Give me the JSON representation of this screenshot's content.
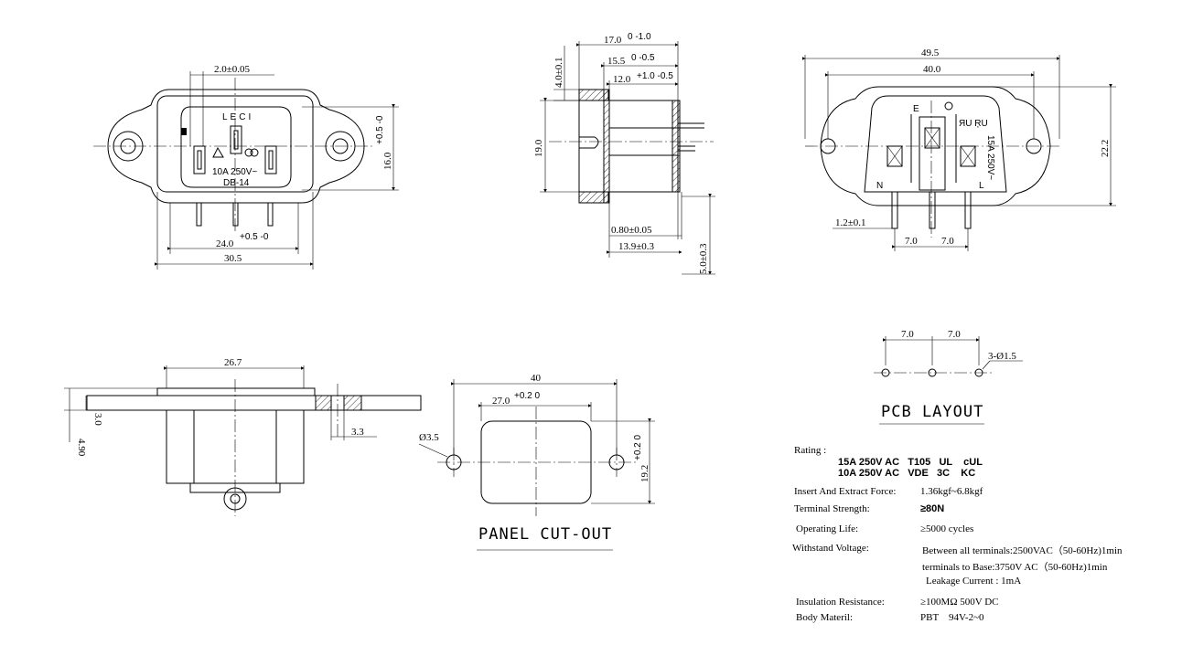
{
  "front_view": {
    "dim_top": "2.0±0.05",
    "dim_height": "16.0",
    "dim_height_tol": "+0.5 -0",
    "dim_inner_width": "24.0",
    "dim_inner_tol": "+0.5 -0",
    "dim_outer_width": "30.5",
    "brand": "LECI",
    "rating": "10A 250V~",
    "model": "DB-14"
  },
  "side_view": {
    "dim_17": "17.0",
    "dim_17_tol": "0 -1.0",
    "dim_15": "15.5",
    "dim_15_tol": "0 -0.5",
    "dim_12": "12.0",
    "dim_12_tol": "+1.0 -0.5",
    "dim_4": "4.0±0.1",
    "dim_19": "19.0",
    "dim_080": "0.80±0.05",
    "dim_139": "13.9±0.3",
    "dim_5": "5.0±0.3"
  },
  "top_right_view": {
    "dim_495": "49.5",
    "dim_40": "40.0",
    "dim_222": "22.2",
    "dim_12": "1.2±0.1",
    "pitch_1": "7.0",
    "pitch_2": "7.0",
    "label_e": "E",
    "label_n": "N",
    "label_l": "L",
    "rating_vertical": "15A 250V~"
  },
  "bottom_side_view": {
    "dim_267": "26.7",
    "dim_30": "3.0",
    "dim_490": "4.90",
    "dim_33": "3.3"
  },
  "panel_cutout": {
    "dim_40": "40",
    "dim_27": "27.0",
    "dim_27_tol": "+0.2 0",
    "dim_hole": "Ø3.5",
    "dim_192": "19.2",
    "dim_192_tol": "+0.2 0",
    "title": "PANEL CUT-OUT"
  },
  "pcb_layout": {
    "pitch_1": "7.0",
    "pitch_2": "7.0",
    "holes": "3-Ø1.5",
    "title": "PCB LAYOUT"
  },
  "specs": {
    "rating_label": "Rating :",
    "rating_line1": "15A 250V AC   T105   UL    cUL",
    "rating_line2": "10A 250V AC   VDE   3C    KC",
    "insert_label": "Insert And Extract Force:",
    "insert_value": "1.36kgf~6.8kgf",
    "terminal_label": "Terminal  Strength:",
    "terminal_value": "≥80N",
    "life_label": "Operating Life:",
    "life_value": "≥5000  cycles",
    "withstand_label": "Withstand Voltage:",
    "withstand_1": "Between all terminals:2500VAC（50-60Hz)1min",
    "withstand_2": "terminals to Base:3750V AC（50-60Hz)1min",
    "withstand_3": "Leakage Current : 1mA",
    "insulation_label": "Insulation Resistance:",
    "insulation_value": "≥100MΩ  500V DC",
    "body_label": "Body Materil:",
    "body_value": "PBT    94V-2~0"
  }
}
